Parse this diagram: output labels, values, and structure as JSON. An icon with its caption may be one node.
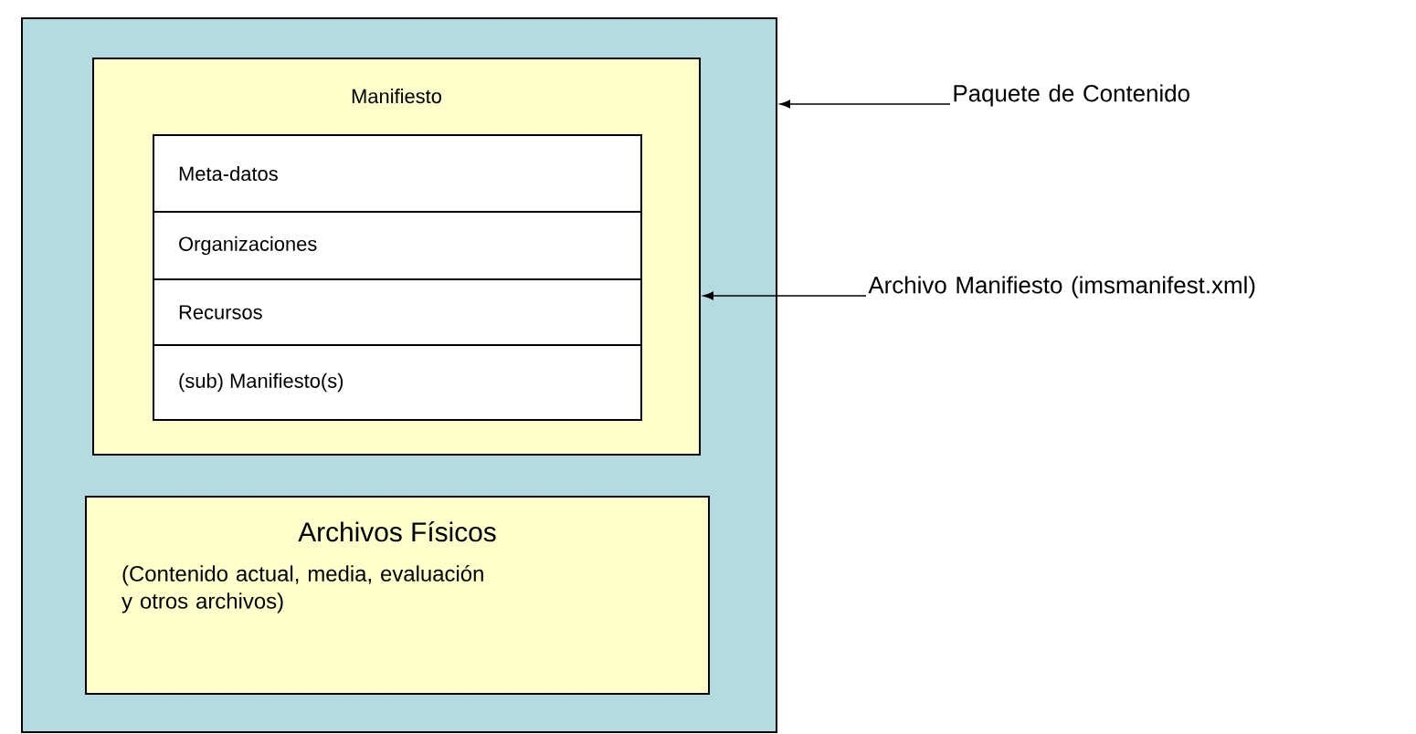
{
  "diagram": {
    "nodes": [
      {
        "text": [],
        "shape": "box"
      },
      {
        "text": [
          "Manifiesto"
        ],
        "in": 0
      },
      {
        "text": [
          "Meta-datos"
        ],
        "in": 1
      },
      {
        "text": [
          "Organizaciones"
        ],
        "in": 1
      },
      {
        "text": [
          "Recursos"
        ],
        "in": 1
      },
      {
        "text": [
          "(sub) Manifiesto(s)"
        ],
        "in": 1
      },
      {
        "text": [
          "Archivos Físicos",
          "(Contenido actual, media, evaluación y otros archivos)"
        ],
        "in": 0
      },
      {
        "text": [
          "Paquete de Contenido"
        ]
      },
      {
        "text": [
          "Archivo Manifiesto (imsmanifest.xml)"
        ]
      }
    ],
    "edges": [
      {
        "from": 7,
        "to": 0,
        "arrow": "to"
      },
      {
        "from": 8,
        "to": 1,
        "arrow": "to"
      }
    ]
  }
}
